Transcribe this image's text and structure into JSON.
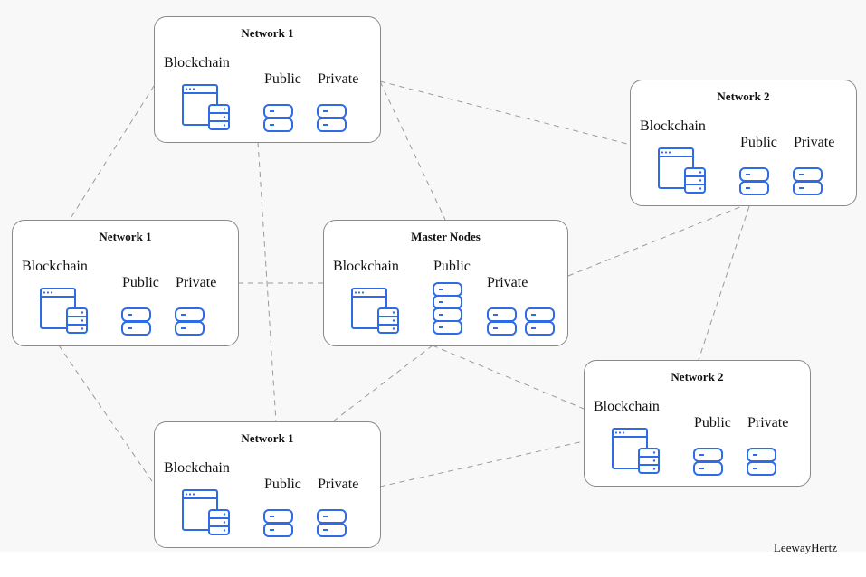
{
  "nodes": [
    {
      "title": "Network 1",
      "blockchain_label": "Blockchain",
      "public_label": "Public",
      "private_label": "Private"
    },
    {
      "title": "Network 2",
      "blockchain_label": "Blockchain",
      "public_label": "Public",
      "private_label": "Private"
    },
    {
      "title": "Network 1",
      "blockchain_label": "Blockchain",
      "public_label": "Public",
      "private_label": "Private"
    },
    {
      "title": "Master Nodes",
      "blockchain_label": "Blockchain",
      "public_label": "Public",
      "private_label": "Private"
    },
    {
      "title": "Network 2",
      "blockchain_label": "Blockchain",
      "public_label": "Public",
      "private_label": "Private"
    },
    {
      "title": "Network 1",
      "blockchain_label": "Blockchain",
      "public_label": "Public",
      "private_label": "Private"
    }
  ],
  "footer_text": "LeewayHertz",
  "colors": {
    "icon": "#2f6be6",
    "link": "#9a9a9a",
    "box_border": "#8a8a8a"
  }
}
